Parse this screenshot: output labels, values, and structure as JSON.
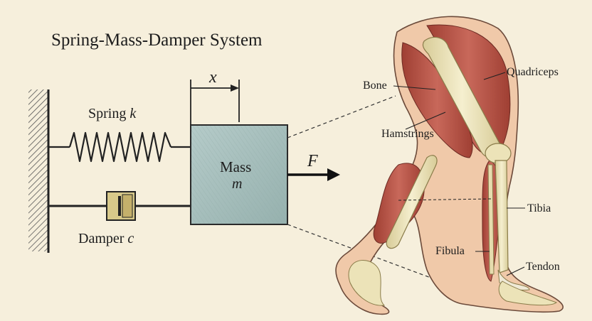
{
  "title": "Spring-Mass-Damper System",
  "displacement_symbol": "x",
  "spring": {
    "label": "Spring",
    "symbol": "k"
  },
  "damper": {
    "label": "Damper",
    "symbol": "c"
  },
  "mass": {
    "label": "Mass",
    "symbol": "m"
  },
  "force_symbol": "F",
  "leg_labels": {
    "bone": "Bone",
    "quadriceps": "Quadriceps",
    "hamstrings": "Hamstrings",
    "tibia": "Tibia",
    "fibula": "Fibula",
    "tendon": "Tendon"
  },
  "colors": {
    "background": "#f6efdc",
    "ink": "#1d1d1d",
    "mass_fill": "#a9c1bf",
    "damper_fill": "#d8c98a",
    "muscle": "#b9584a",
    "bone": "#ece3b8",
    "skin": "#f0c9a9"
  }
}
